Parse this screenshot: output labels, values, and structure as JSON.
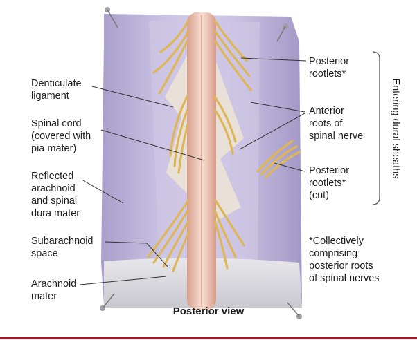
{
  "labels": {
    "denticulate": "Denticulate\nligament",
    "spinal_cord": "Spinal cord\n(covered with\npia mater)",
    "reflected": "Reflected\narachnoid\nand spinal\ndura mater",
    "subarachnoid": "Subarachnoid\nspace",
    "arachnoid": "Arachnoid\nmater",
    "posterior_rootlets": "Posterior\nrootlets*",
    "anterior_roots": "Anterior\nroots of\nspinal nerve",
    "posterior_rootlets_cut": "Posterior\nrootlets*\n(cut)",
    "note": "*Collectively\ncomprising\nposterior roots\nof spinal nerves",
    "bracket": "Entering dural sheaths"
  },
  "caption": "Posterior view",
  "colors": {
    "dura": "#b7aed3",
    "cord": "#e9bfae",
    "nerve": "#e0bd62",
    "arachnoid": "#d9d9de",
    "leader": "#333333",
    "accent": "#a3182a"
  }
}
